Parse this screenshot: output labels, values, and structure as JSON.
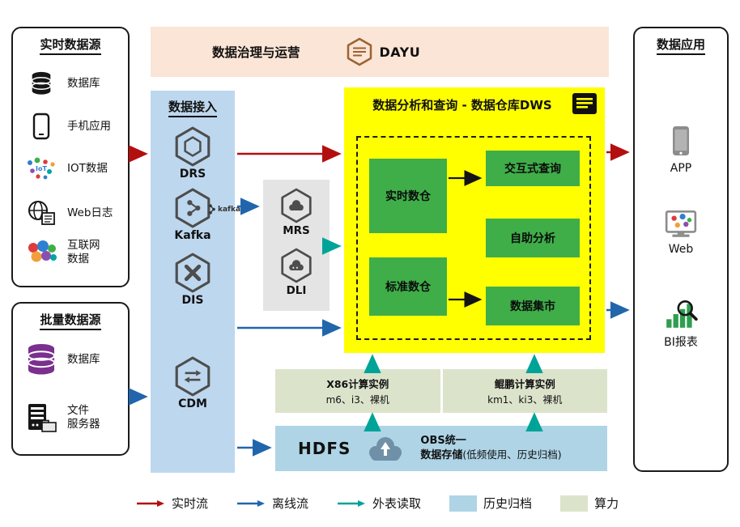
{
  "colors": {
    "realtime_flow": "#b40f0f",
    "offline_flow": "#2166ac",
    "external_read": "#00a398",
    "archive_fill": "#aed4e6",
    "compute_fill": "#dce3cb",
    "dws_fill": "#ffff00",
    "green_box": "#3fae49",
    "ingest_fill": "#bdd7ee",
    "banner_fill": "#fbe5d6"
  },
  "banner": {
    "title": "数据治理与运营",
    "logo_text": "DAYU"
  },
  "realtime_sources": {
    "title": "实时数据源",
    "items": [
      {
        "label": "数据库"
      },
      {
        "label": "手机应用"
      },
      {
        "label": "IOT数据"
      },
      {
        "label": "Web日志"
      },
      {
        "label": "互联网\n数据"
      }
    ]
  },
  "batch_sources": {
    "title": "批量数据源",
    "items": [
      {
        "label": "数据库"
      },
      {
        "label": "文件\n服务器"
      }
    ]
  },
  "ingestion": {
    "title": "数据接入",
    "drs": "DRS",
    "kafka": "Kafka",
    "kafka_logo": "kafka",
    "dis": "DIS",
    "cdm": "CDM"
  },
  "processing": {
    "mrs": "MRS",
    "dli": "DLI"
  },
  "dws": {
    "title": "数据分析和查询 - 数据仓库DWS",
    "realtime_wh": "实时数仓",
    "standard_wh": "标准数仓",
    "interactive_query": "交互式查询",
    "self_service": "自助分析",
    "data_mart": "数据集市"
  },
  "compute": {
    "x86_title": "X86计算实例",
    "x86_spec": "m6、i3、裸机",
    "kunpeng_title": "鲲鹏计算实例",
    "kunpeng_spec": "km1、ki3、裸机"
  },
  "storage": {
    "hdfs": "HDFS",
    "obs_line1": "OBS统一",
    "obs_line2": "数据存储",
    "obs_note": "(低频使用、历史归档)"
  },
  "applications": {
    "title": "数据应用",
    "items": [
      {
        "label": "APP"
      },
      {
        "label": "Web"
      },
      {
        "label": "BI报表"
      }
    ]
  },
  "legend": {
    "realtime": "实时流",
    "offline": "离线流",
    "external": "外表读取",
    "archive": "历史归档",
    "compute": "算力"
  }
}
